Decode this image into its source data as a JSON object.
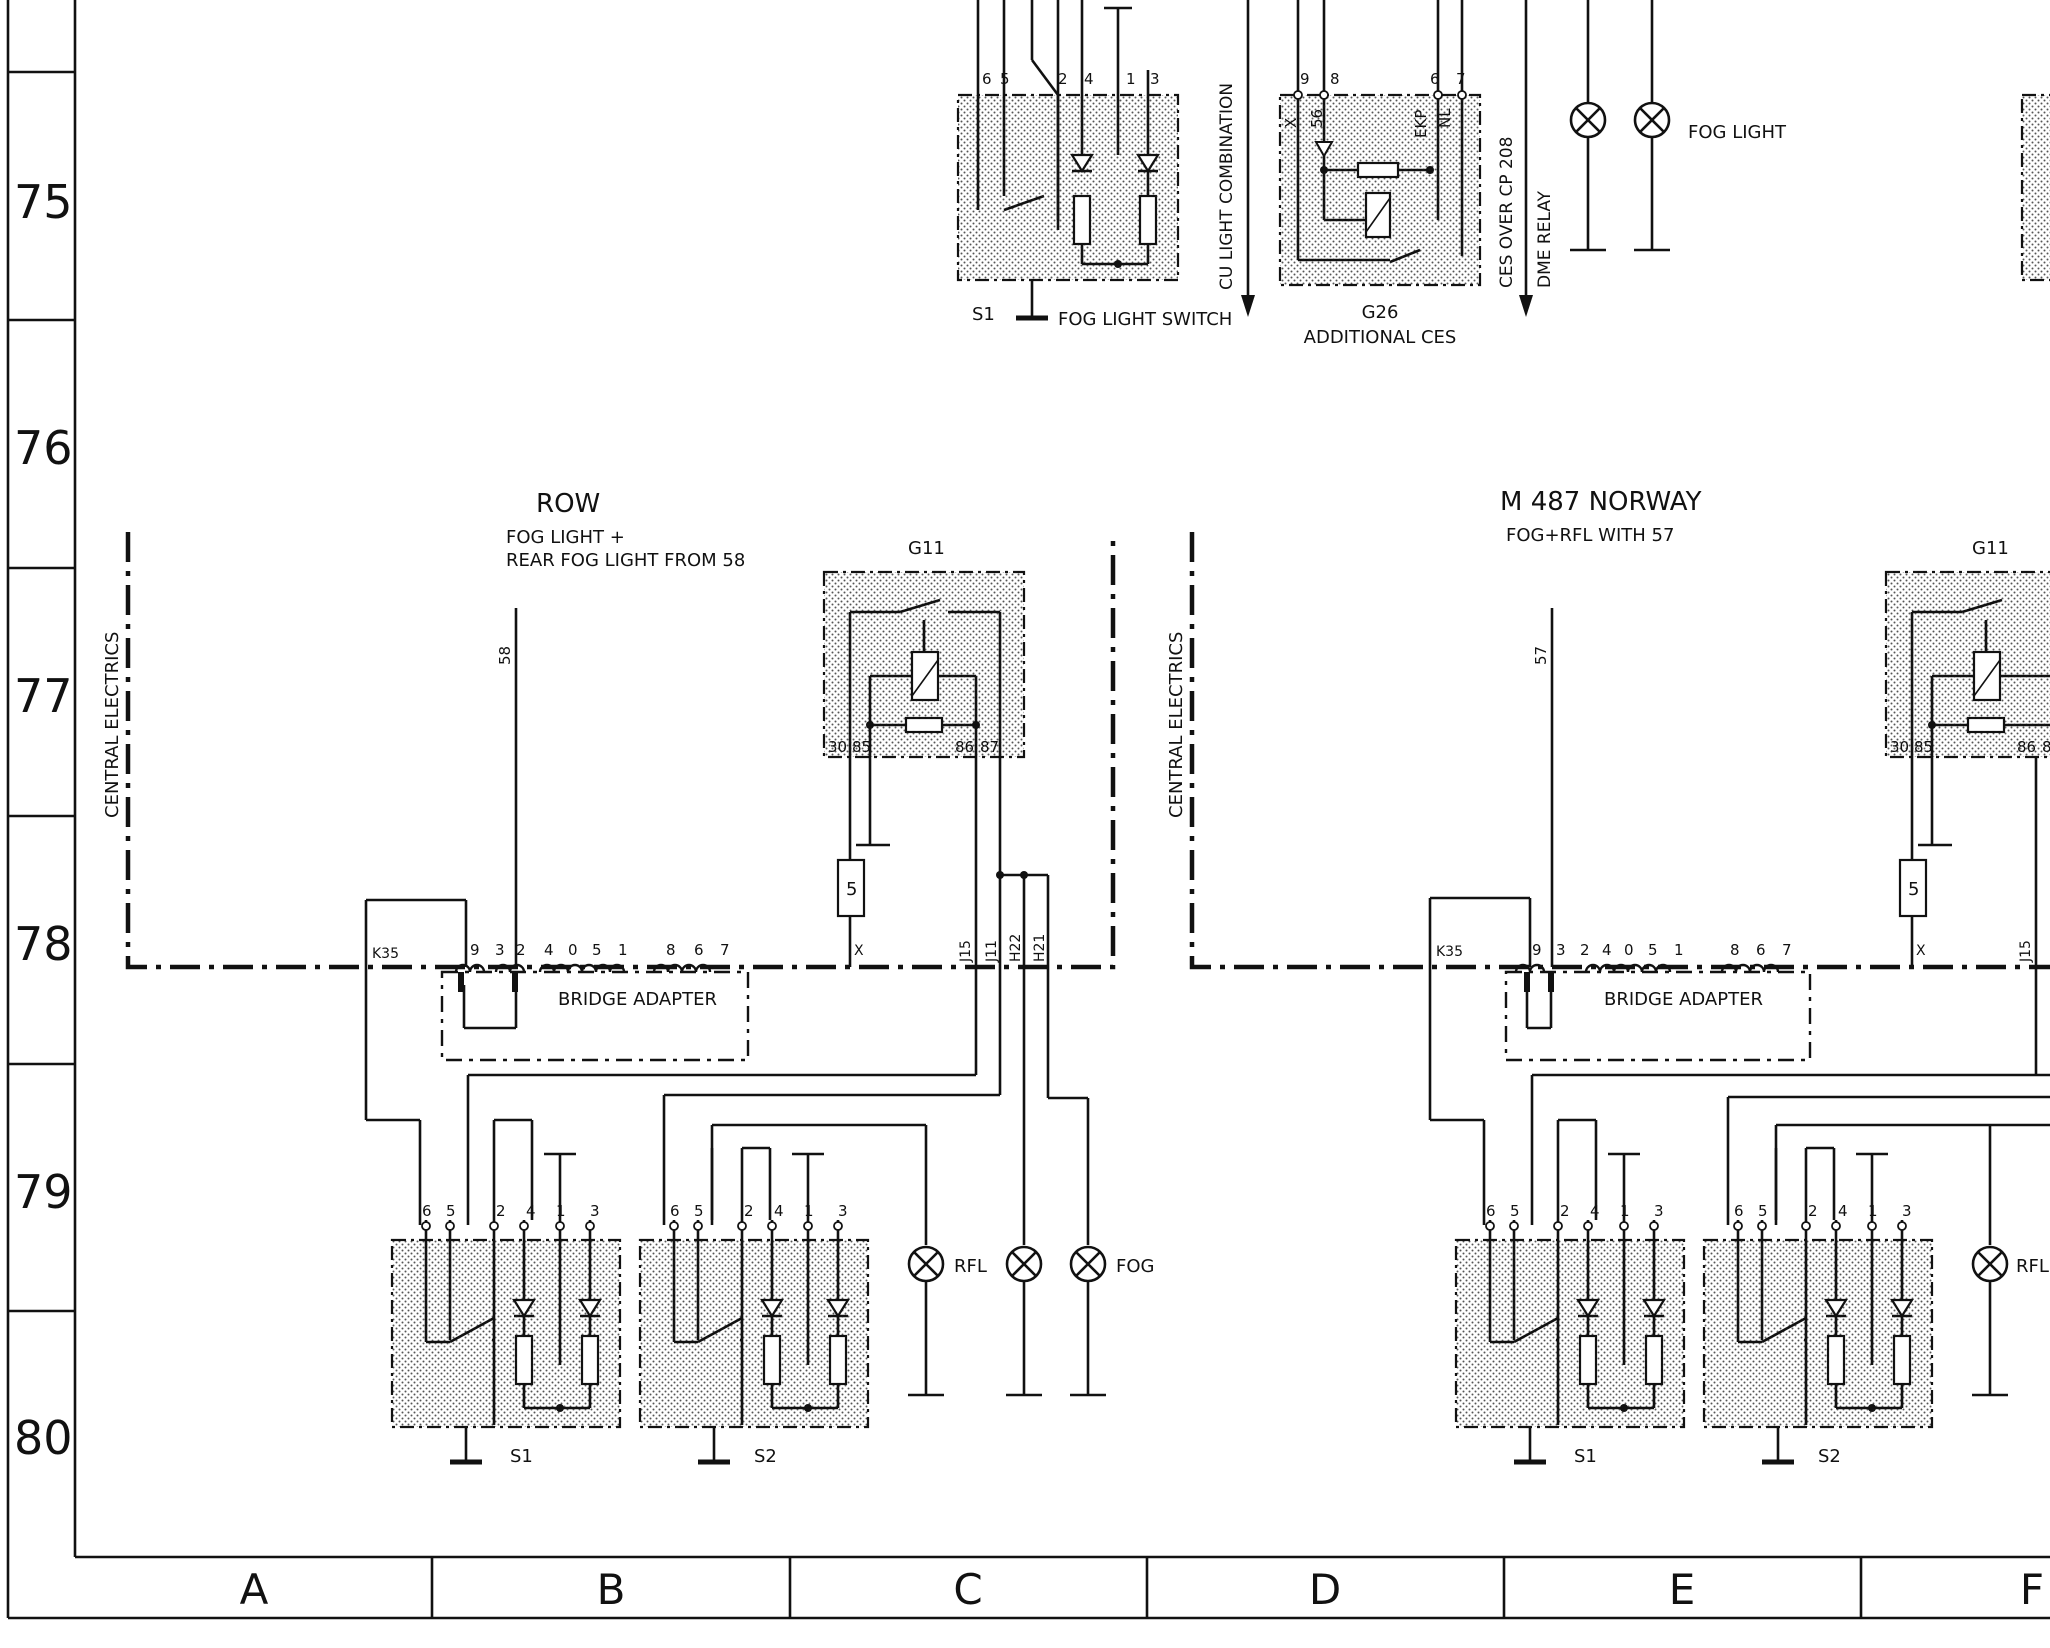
{
  "rows": [
    "75",
    "76",
    "77",
    "78",
    "79",
    "80"
  ],
  "columns": [
    "A",
    "B",
    "C",
    "D",
    "E",
    "F"
  ],
  "top": {
    "switch_pins": [
      "6",
      "5",
      "2",
      "4",
      "1",
      "3"
    ],
    "switch_id": "S1",
    "switch_name": "FOG LIGHT SWITCH",
    "cu_label": "CU LIGHT COMBINATION",
    "relay_pins": [
      "9",
      "8",
      "6",
      "7"
    ],
    "relay_terms": [
      "X",
      "56",
      "EKP",
      "NL"
    ],
    "relay_id": "G26",
    "relay_name": "ADDITIONAL CES",
    "ces_label": "CES OVER CP 208",
    "dme_label": "DME RELAY",
    "fog_label": "FOG LIGHT"
  },
  "left": {
    "title": "ROW",
    "subtitle1": "FOG LIGHT +",
    "subtitle2": "REAR FOG LIGHT FROM 58",
    "wire": "58",
    "central": "CENTRAL ELECTRICS",
    "relay": "G11",
    "relay_pins": [
      "30",
      "85",
      "86",
      "87"
    ],
    "fuse": "5",
    "k35": "K35",
    "adapter_pins": [
      "9",
      "3",
      "2",
      "4",
      "0",
      "5",
      "1",
      "8",
      "6",
      "7"
    ],
    "adapter": "BRIDGE ADAPTER",
    "ce_pins": [
      "X",
      "J15",
      "J11",
      "H22",
      "H21"
    ],
    "s_pins": [
      "6",
      "5",
      "2",
      "4",
      "1",
      "3"
    ],
    "s1": "S1",
    "s2": "S2",
    "rfl": "RFL",
    "fog": "FOG"
  },
  "right": {
    "title": "M 487 NORWAY",
    "subtitle": "FOG+RFL WITH 57",
    "wire": "57",
    "central": "CENTRAL ELECTRICS",
    "relay": "G11",
    "relay_pins": [
      "30",
      "85",
      "86",
      "8"
    ],
    "fuse": "5",
    "k35": "K35",
    "adapter_pins": [
      "9",
      "3",
      "2",
      "4",
      "0",
      "5",
      "1",
      "8",
      "6",
      "7"
    ],
    "adapter": "BRIDGE ADAPTER",
    "ce_pins": [
      "X",
      "J15"
    ],
    "s_pins": [
      "6",
      "5",
      "2",
      "4",
      "1",
      "3"
    ],
    "s1": "S1",
    "s2": "S2",
    "rfl": "RFL"
  }
}
